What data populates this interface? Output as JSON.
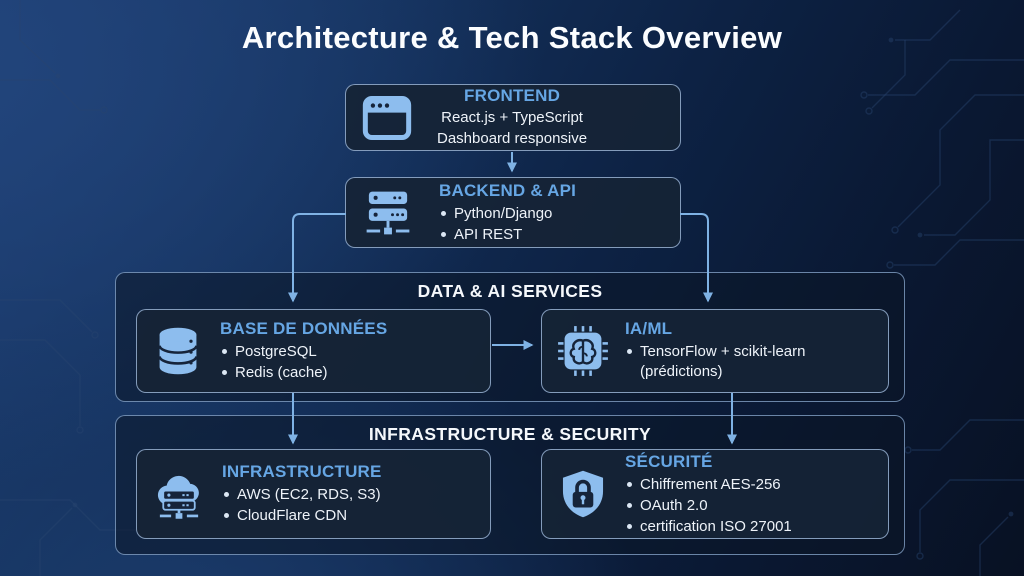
{
  "title": "Architecture & Tech Stack Overview",
  "groups": {
    "data_ai": {
      "title": "DATA & AI SERVICES"
    },
    "infra_sec": {
      "title": "INFRASTRUCTURE & SECURITY"
    }
  },
  "nodes": {
    "frontend": {
      "title": "FRONTEND",
      "icon": "browser-window-icon",
      "lines": [
        "React.js + TypeScript",
        "Dashboard responsive"
      ]
    },
    "backend": {
      "title": "BACKEND & API",
      "icon": "server-stack-icon",
      "bullets": [
        "Python/Django",
        "API REST"
      ]
    },
    "database": {
      "title": "BASE DE DONNÉES",
      "icon": "database-icon",
      "bullets": [
        "PostgreSQL",
        "Redis (cache)"
      ]
    },
    "iaml": {
      "title": "IA/ML",
      "icon": "ai-chip-icon",
      "bullets": [
        "TensorFlow + scikit-learn"
      ],
      "continuation": "(prédictions)"
    },
    "infrastructure": {
      "title": "INFRASTRUCTURE",
      "icon": "cloud-server-icon",
      "bullets": [
        "AWS (EC2, RDS, S3)",
        "CloudFlare CDN"
      ]
    },
    "security": {
      "title": "SÉCURITÉ",
      "icon": "shield-lock-icon",
      "bullets": [
        "Chiffrement AES-256",
        "OAuth 2.0",
        "certification ISO 27001"
      ]
    }
  },
  "edges": [
    {
      "from": "frontend",
      "to": "backend"
    },
    {
      "from": "backend",
      "to": "database"
    },
    {
      "from": "backend",
      "to": "iaml"
    },
    {
      "from": "database",
      "to": "iaml"
    },
    {
      "from": "database",
      "to": "infrastructure"
    },
    {
      "from": "iaml",
      "to": "security"
    }
  ],
  "colors": {
    "background_top_left": "#1d3e72",
    "background_bottom_right": "#081123",
    "node_fill": "#162336",
    "node_border": "#98b2d3",
    "node_title_blue": "#66a6e4",
    "body_text": "#eef3f9",
    "icon_blue": "#8dbdee",
    "icon_cutout_dark": "#16243a",
    "connector_blue": "#7fb2e4",
    "group_title_white": "#f5f8fc"
  }
}
